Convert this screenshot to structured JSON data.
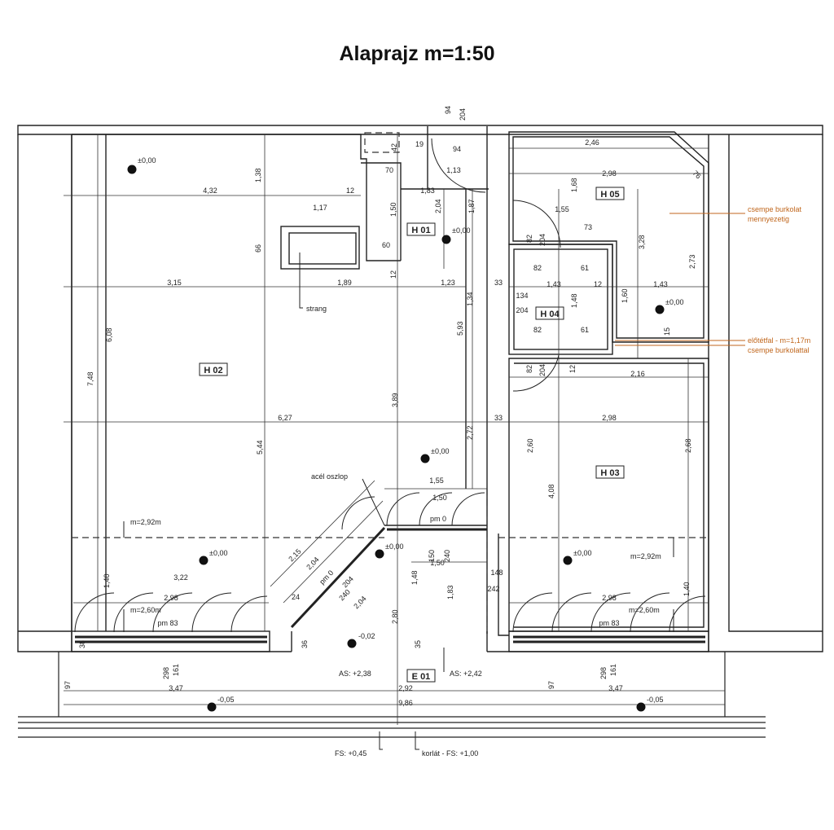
{
  "title": "Alaprajz m=1:50",
  "rooms": {
    "h01": "H 01",
    "h02": "H 02",
    "h03": "H 03",
    "h04": "H 04",
    "h05": "H 05",
    "e01": "E 01"
  },
  "annotations": {
    "strang": "strang",
    "acel_oszlop": "acél oszlop",
    "csempe_burkolat_1": "csempe burkolat",
    "csempe_burkolat_2": "mennyezetig",
    "elotetfal_1": "előtétfal - m=1,17m",
    "elotetfal_2": "csempe burkolattal",
    "as_left": "AS: +2,38",
    "as_right": "AS: +2,42",
    "fs_left": "FS: +0,45",
    "fs_right": "korlát - FS: +1,00"
  },
  "levels": {
    "h02_top": "±0,00",
    "h02_mid": "±0,00",
    "h02_bottom": "±0,00",
    "h01": "±0,00",
    "h05": "±0,00",
    "h03": "±0,00",
    "stair": "±0,00",
    "entrance": "-0,02",
    "ext_left": "-0,05",
    "ext_right": "-0,05",
    "m292_left": "m=2,92m",
    "m260_left": "m=2,60m",
    "m292_right": "m=2,92m",
    "m260_right": "m=2,60m"
  },
  "dimensions": {
    "d_94_top": "94",
    "d_204_top": "204",
    "d_432": "4,32",
    "d_138": "1,38",
    "d_12a": "12",
    "d_42": "42",
    "d_19": "19",
    "d_94b": "94",
    "d_70": "70",
    "d_113": "1,13",
    "d_183": "1,83",
    "d_204b": "2,04",
    "d_187": "1,87",
    "d_117": "1,17",
    "d_150": "1,50",
    "d_66": "66",
    "d_60": "60",
    "d_12b": "12",
    "d_315": "3,15",
    "d_189": "1,89",
    "d_123": "1,23",
    "d_33a": "33",
    "d_134": "1,34",
    "d_593": "5,93",
    "d_608": "6,08",
    "d_748": "7,48",
    "d_627": "6,27",
    "d_389": "3,89",
    "d_544": "5,44",
    "d_272": "2,72",
    "d_33b": "33",
    "d_246": "2,46",
    "d_76": "76",
    "d_298a": "2,98",
    "d_168": "1,68",
    "d_155a": "1,55",
    "d_73": "73",
    "d_328": "3,28",
    "d_273": "2,73",
    "d_82a": "82",
    "d_204c": "204",
    "d_82b": "82",
    "d_61a": "61",
    "d_143a": "1,43",
    "d_12c": "12",
    "d_160": "1,60",
    "d_143b": "1,43",
    "d_134b": "134",
    "d_204d": "204",
    "d_148": "1,48",
    "d_82c": "82",
    "d_61b": "61",
    "d_15": "15",
    "d_82d": "82",
    "d_204e": "204",
    "d_12d": "12",
    "d_216": "2,16",
    "d_298b": "2,98",
    "d_260": "2,60",
    "d_268": "2,68",
    "d_408": "4,08",
    "d_155b": "1,55",
    "d_150b": "1,50",
    "d_pm0a": "pm 0",
    "d_150c": "150",
    "d_240a": "240",
    "d_150d": "1,50",
    "d_215": "2,15",
    "d_204f": "2,04",
    "d_pm0b": "pm 0",
    "d_204g": "204",
    "d_240b": "240",
    "d_204h": "2,04",
    "d_24": "24",
    "d_322": "3,22",
    "d_298c": "2,98",
    "d_140a": "1,40",
    "d_pm83a": "pm 83",
    "d_148b": "1,48",
    "d_183b": "1,83",
    "d_148c": "148",
    "d_242": "242",
    "d_298d": "2,98",
    "d_140b": "1,40",
    "d_pm83b": "pm 83",
    "d_280": "2,80",
    "d_36": "36",
    "d_35": "35",
    "d_38": "38",
    "d_298e": "298",
    "d_161a": "161",
    "d_298f": "298",
    "d_161b": "161",
    "d_97a": "97",
    "d_347a": "3,47",
    "d_292": "2,92",
    "d_97b": "97",
    "d_347b": "3,47",
    "d_986": "9,86"
  },
  "colors": {
    "line": "#222222",
    "dashed": "#333333",
    "annotation": "#c0661c"
  }
}
